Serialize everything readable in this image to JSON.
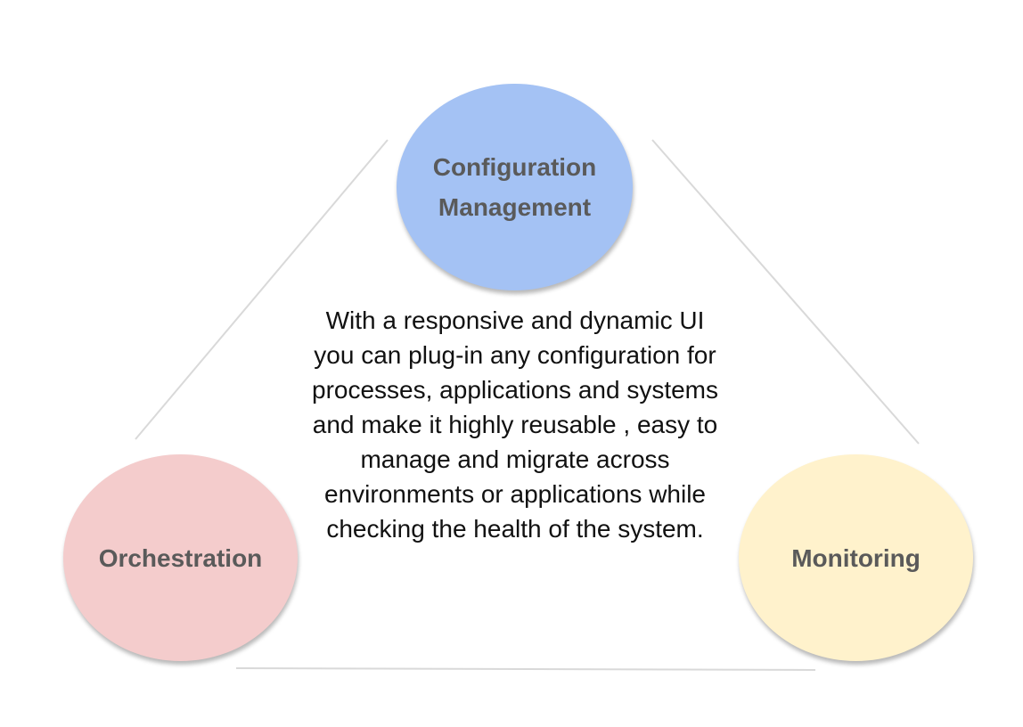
{
  "diagram": {
    "nodes": {
      "configuration_management": {
        "label": "Configuration Management",
        "color": "#a4c2f4"
      },
      "orchestration": {
        "label": "Orchestration",
        "color": "#f4cccc"
      },
      "monitoring": {
        "label": "Monitoring",
        "color": "#fff2cc"
      }
    },
    "connector_color": "#d9d9d9",
    "description": "With a responsive and dynamic UI you can plug-in any configuration for processes, applications and systems and make it highly reusable , easy to manage and migrate across environments or applications while checking the health of the system."
  }
}
